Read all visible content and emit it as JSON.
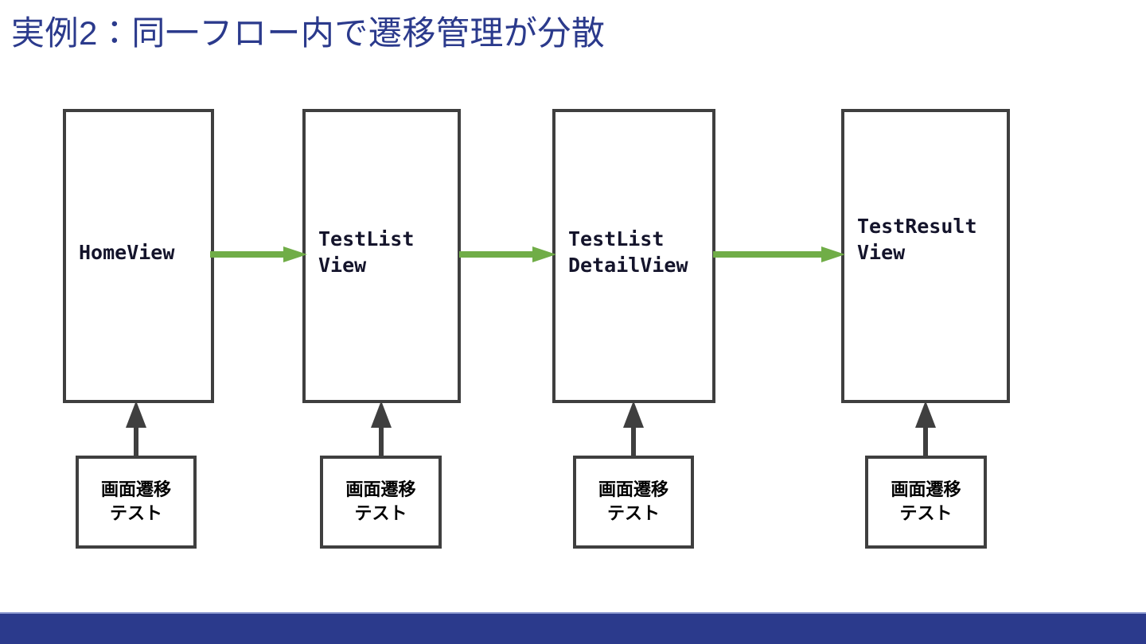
{
  "slide": {
    "title": "実例2：同一フロー内で遷移管理が分散",
    "title_color": "#2b3a8c",
    "background_color": "#ffffff",
    "accent_bar_color": "#2b3a8c",
    "arrow_color": "#70ad47",
    "box_border_color": "#3f3f3f"
  },
  "views": [
    {
      "label": "HomeView"
    },
    {
      "label": "TestList\nView"
    },
    {
      "label": "TestList\nDetailView"
    },
    {
      "label": "TestResult\nView"
    }
  ],
  "tests": [
    {
      "label": "画面遷移\nテスト"
    },
    {
      "label": "画面遷移\nテスト"
    },
    {
      "label": "画面遷移\nテスト"
    },
    {
      "label": "画面遷移\nテスト"
    }
  ],
  "flow_arrows": [
    {
      "from": "HomeView",
      "to": "TestListView"
    },
    {
      "from": "TestListView",
      "to": "TestListDetailView"
    },
    {
      "from": "TestListDetailView",
      "to": "TestResultView"
    }
  ],
  "test_arrows": [
    {
      "from": "画面遷移テスト",
      "to": "HomeView"
    },
    {
      "from": "画面遷移テスト",
      "to": "TestListView"
    },
    {
      "from": "画面遷移テスト",
      "to": "TestListDetailView"
    },
    {
      "from": "画面遷移テスト",
      "to": "TestResultView"
    }
  ]
}
